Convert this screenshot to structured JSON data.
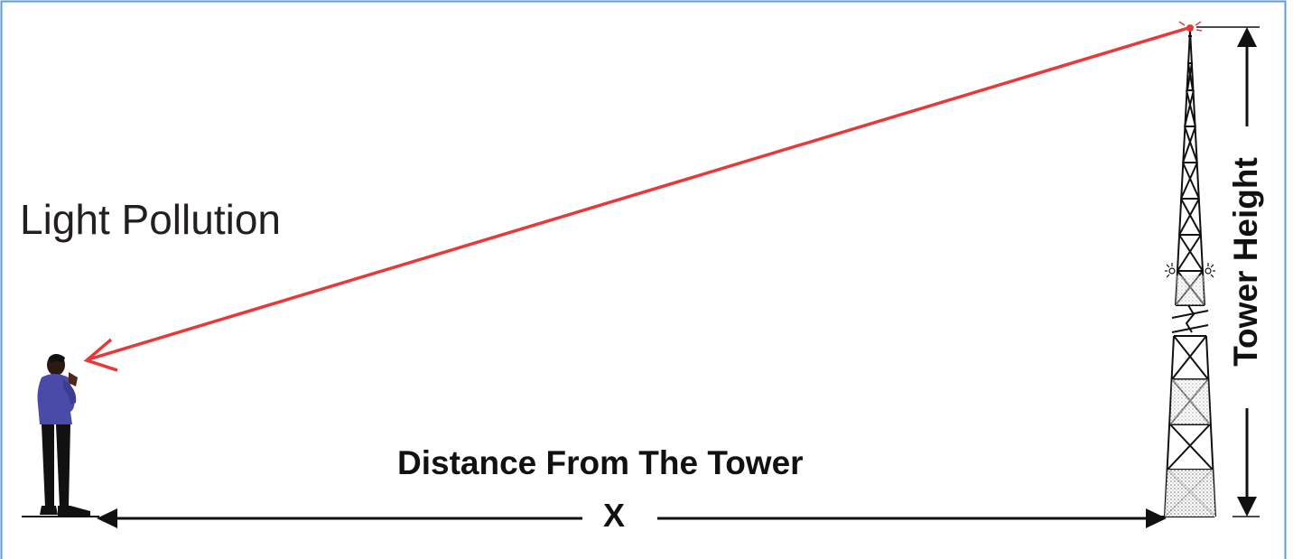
{
  "labels": {
    "title": "Light Pollution",
    "distance": "Distance From The Tower",
    "x_symbol": "X",
    "height": "Tower Height"
  },
  "icons": {
    "person": "person-icon",
    "tower": "lattice-tower-icon",
    "beacon": "beacon-light-icon"
  },
  "colors": {
    "sightline": "#e8393a",
    "border": "#5b9bd5",
    "person_shirt": "#4a4aa8",
    "ink": "#111111"
  }
}
